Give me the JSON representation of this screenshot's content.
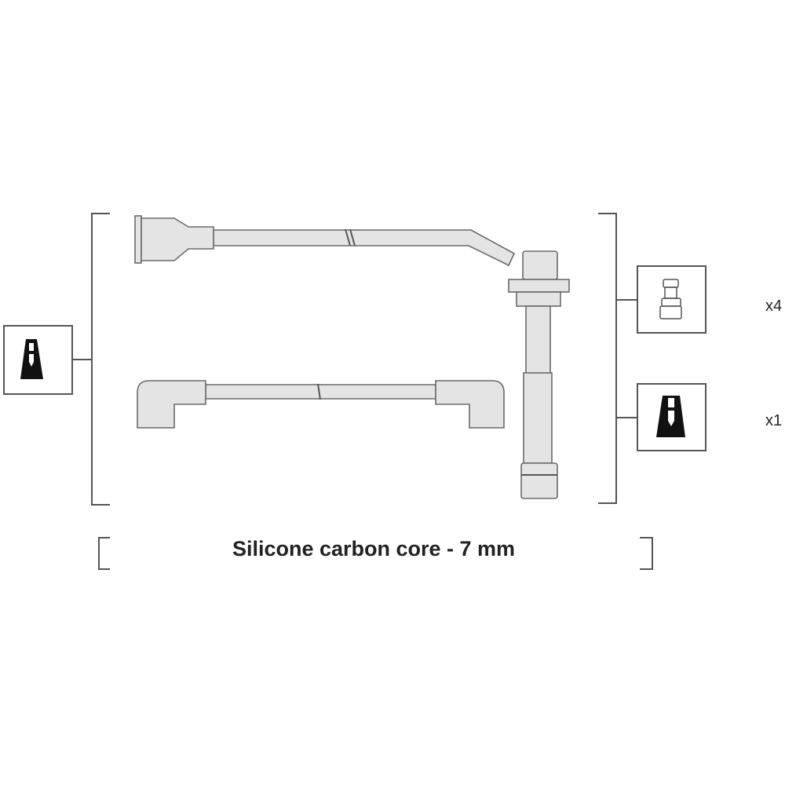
{
  "caption": "Silicone carbon core - 7 mm",
  "legend": [
    {
      "icon": "spark-plug-boot-icon",
      "quantity": "x4"
    },
    {
      "icon": "coil-boot-icon",
      "quantity": "x1"
    }
  ],
  "colors": {
    "line": "#555555",
    "part_fill": "#e4e4e4",
    "icon_fill": "#111111"
  }
}
